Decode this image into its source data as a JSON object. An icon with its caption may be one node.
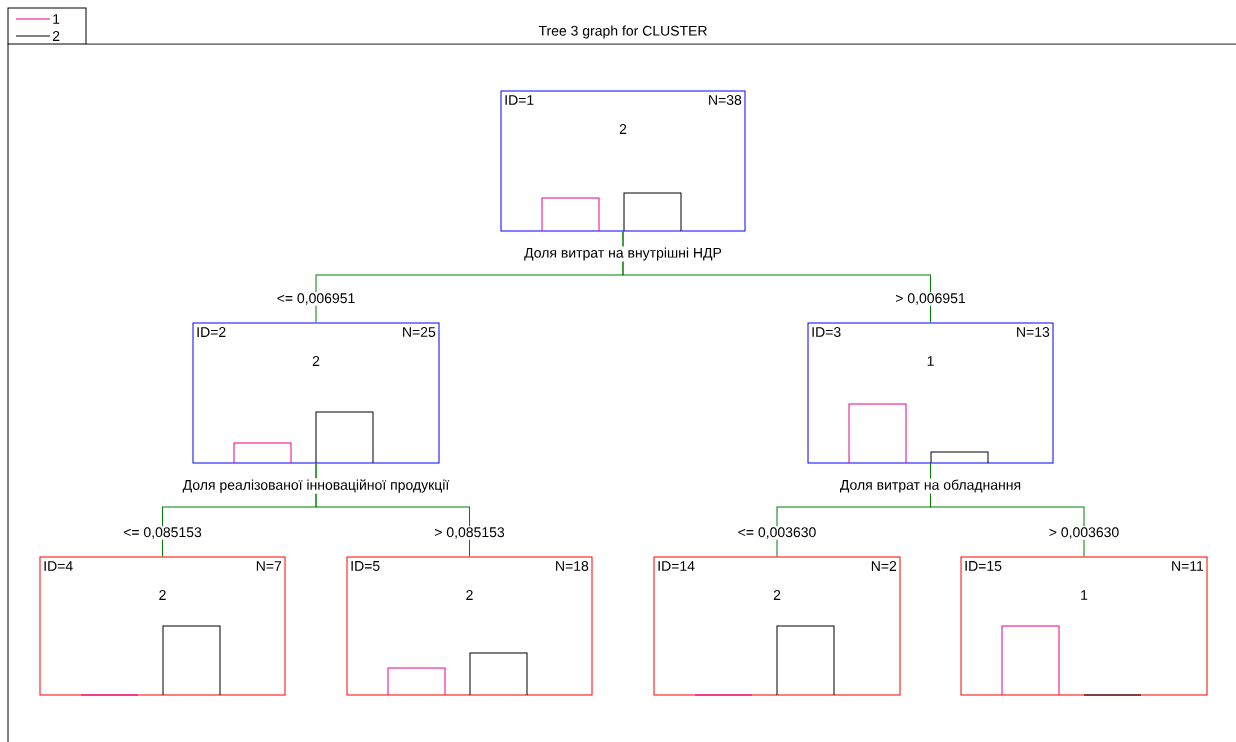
{
  "diagram": {
    "title": "Tree 3 graph for CLUSTER",
    "nodes": [
      {
        "text": [
          "ID=1",
          "N=38",
          "2"
        ],
        "beside": [
          "Доля витрат на внутрішні НДР"
        ]
      },
      {
        "text": [
          "ID=2",
          "N=25",
          "2"
        ],
        "beside": [
          "Доля реалізованої інноваційної продукції"
        ]
      },
      {
        "text": [
          "ID=3",
          "N=13",
          "1"
        ],
        "beside": [
          "Доля витрат на обладнання"
        ]
      },
      {
        "text": [
          "ID=4",
          "N=7",
          "2"
        ]
      },
      {
        "text": [
          "ID=5",
          "N=18",
          "2"
        ]
      },
      {
        "text": [
          "ID=14",
          "N=2",
          "2"
        ]
      },
      {
        "text": [
          "ID=15",
          "N=11",
          "1"
        ]
      }
    ],
    "edges": [
      {
        "from": 0,
        "to": 1,
        "arrow": "none",
        "label": "<= 0,006951"
      },
      {
        "from": 0,
        "to": 2,
        "arrow": "none",
        "label": "> 0,006951"
      },
      {
        "from": 1,
        "to": 3,
        "arrow": "none",
        "label": "<= 0,085153"
      },
      {
        "from": 1,
        "to": 4,
        "arrow": "none",
        "label": "> 0,085153"
      },
      {
        "from": 2,
        "to": 5,
        "arrow": "none",
        "label": "<= 0,003630"
      },
      {
        "from": 2,
        "to": 6,
        "arrow": "none",
        "label": "> 0,003630"
      }
    ],
    "legend": [
      {
        "text": "1"
      },
      {
        "text": "2"
      }
    ]
  }
}
